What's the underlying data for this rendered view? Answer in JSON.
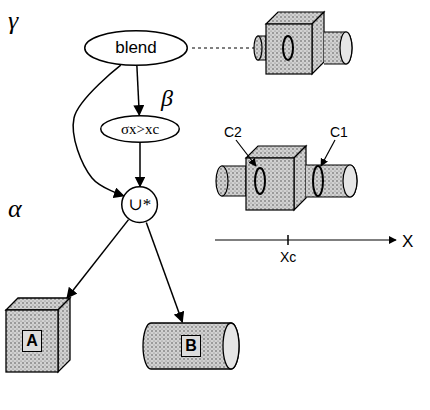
{
  "diagram": {
    "nodes": [
      {
        "text": [
          "blend"
        ]
      },
      {
        "text": [
          "σx>xc"
        ]
      },
      {
        "text": [
          "∪*"
        ]
      },
      {
        "text": [
          "A"
        ]
      },
      {
        "text": [
          "B"
        ]
      }
    ],
    "edges": [
      {
        "from": 0,
        "to": 2,
        "arrow": "to"
      },
      {
        "from": 0,
        "to": 1,
        "arrow": "to",
        "label": "β"
      },
      {
        "from": 1,
        "to": 2,
        "arrow": "to"
      },
      {
        "from": 2,
        "to": 3,
        "arrow": "to"
      },
      {
        "from": 2,
        "to": 4,
        "arrow": "to"
      }
    ],
    "labels": [
      "γ",
      "α",
      "C2",
      "C1",
      "X",
      "Xc"
    ]
  }
}
